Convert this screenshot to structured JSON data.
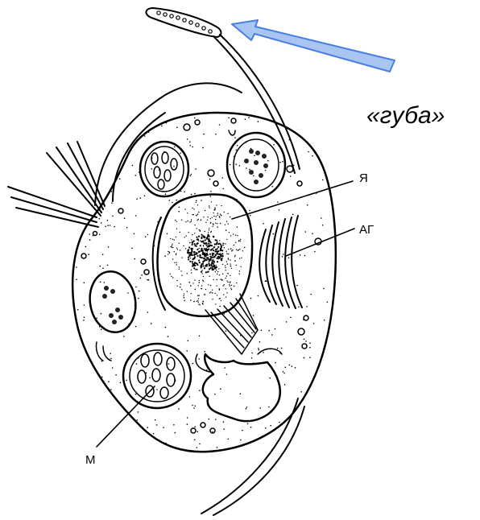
{
  "annotation": {
    "text": "«губа»",
    "arrow_color": "#4a7ee0",
    "arrow_fill": "#a9c6f3"
  },
  "labels": {
    "nucleus": "Я",
    "golgi": "АГ",
    "mitochondrion": "М"
  },
  "colors": {
    "ink": "#000000",
    "background": "#ffffff"
  }
}
